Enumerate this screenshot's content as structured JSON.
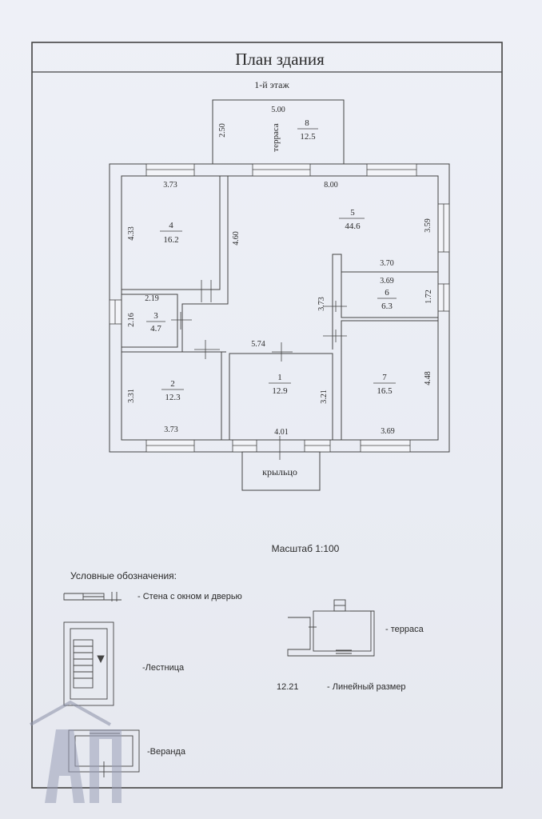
{
  "title": "План здания",
  "subtitle": "1-й этаж",
  "rooms": [
    {
      "number": "1",
      "area": "12.9"
    },
    {
      "number": "2",
      "area": "12.3"
    },
    {
      "number": "3",
      "area": "4.7"
    },
    {
      "number": "4",
      "area": "16.2"
    },
    {
      "number": "5",
      "area": "44.6"
    },
    {
      "number": "6",
      "area": "6.3"
    },
    {
      "number": "7",
      "area": "16.5"
    },
    {
      "number": "8",
      "area": "12.5"
    }
  ],
  "terrace_label": "терраса",
  "porch_label": "крыльцо",
  "dimensions": {
    "terrace_width": "5.00",
    "terrace_depth": "2.50",
    "r4_width": "3.73",
    "r4_height": "4.33",
    "r5_width": "8.00",
    "r5_right": "3.59",
    "r5_step": "3.70",
    "r5_left": "4.60",
    "r5_mid": "3.73",
    "r6_width": "3.69",
    "r6_height": "1.72",
    "r3_width": "2.19",
    "r3_height": "2.16",
    "hall_width": "5.74",
    "r2_height": "3.31",
    "r2_width": "3.73",
    "r1_height": "3.21",
    "r1_width": "4.01",
    "r7_height": "4.48",
    "r7_width": "3.69"
  },
  "scale": "Масштаб 1:100",
  "legend": {
    "title": "Условные обозначения:",
    "wall": "- Стена с окном и дверью",
    "stairs": "-Лестница",
    "veranda": "-Веранда",
    "terrace": "- терраса",
    "dim_sample": "12.21",
    "dim_label": "- Линейный размер"
  }
}
